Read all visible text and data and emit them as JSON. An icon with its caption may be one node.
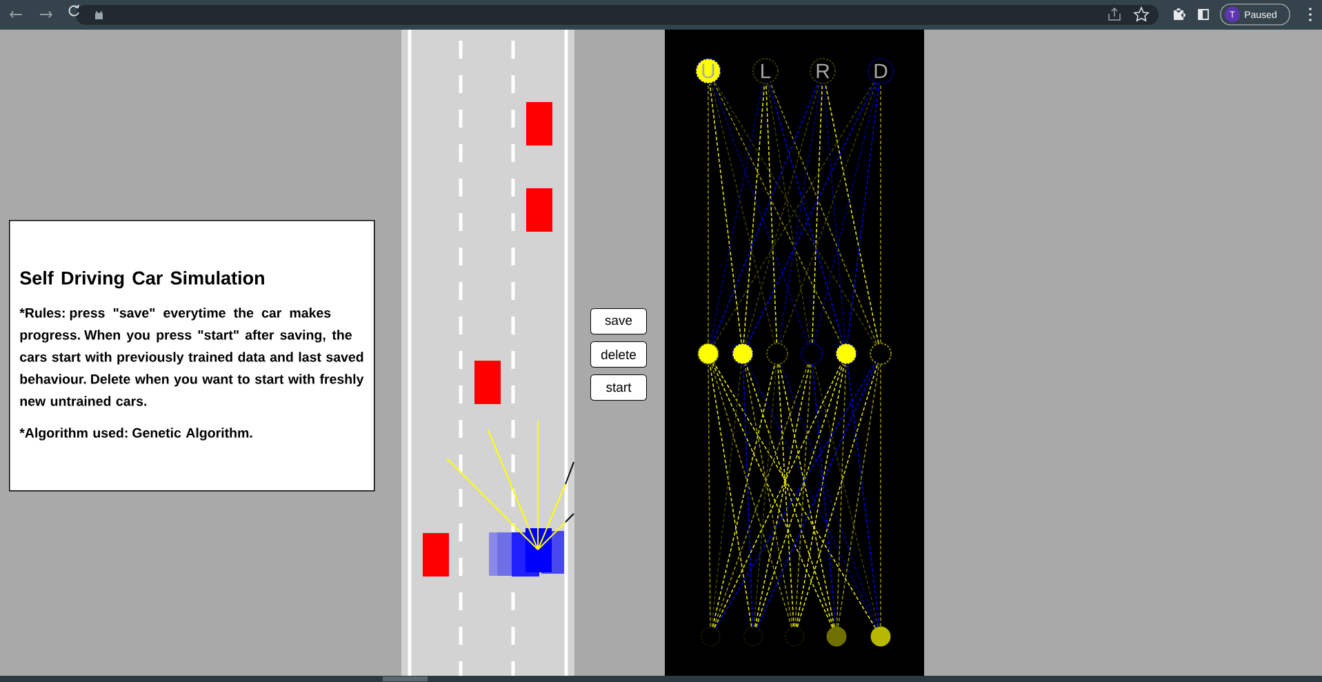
{
  "diagram": {
    "nodes": [
      {
        "text": [
          "Self Driving Car Simulation",
          "*Rules: press \"save\" everytime the car makes progress. When you press \"start\" after saving, the cars start with previously trained data and last saved behaviour. Delete when you want to start with freshly new untrained cars.",
          "*Algorithm used: Genetic Algorithm."
        ]
      },
      {
        "text": [
          "save"
        ]
      },
      {
        "text": [
          "delete"
        ]
      },
      {
        "text": [
          "start"
        ]
      },
      {
        "text": [
          "U"
        ]
      },
      {
        "text": [
          "L"
        ]
      },
      {
        "text": [
          "R"
        ]
      },
      {
        "text": [
          "D"
        ]
      },
      {
        "text": [],
        "shape": "circle"
      },
      {
        "text": [],
        "shape": "circle"
      },
      {
        "text": [],
        "shape": "circle"
      },
      {
        "text": [],
        "shape": "circle"
      },
      {
        "text": [],
        "shape": "circle"
      },
      {
        "text": [],
        "shape": "circle"
      },
      {
        "text": [],
        "shape": "circle"
      },
      {
        "text": [],
        "shape": "circle"
      },
      {
        "text": [],
        "shape": "circle"
      },
      {
        "text": [],
        "shape": "circle"
      },
      {
        "text": [],
        "shape": "circle"
      }
    ],
    "edges": [
      {
        "from": 14,
        "to": 8,
        "arrow": "none",
        "style": "dashed",
        "color": "#8c8c00"
      },
      {
        "from": 15,
        "to": 8,
        "arrow": "none",
        "style": "dashed"
      },
      {
        "from": 16,
        "to": 8,
        "arrow": "none",
        "style": "dashed",
        "color": "#8c8c00"
      },
      {
        "from": 17,
        "to": 8,
        "arrow": "none",
        "style": "dashed"
      },
      {
        "from": 18,
        "to": 8,
        "arrow": "none",
        "style": "dashed"
      },
      {
        "from": 14,
        "to": 9,
        "arrow": "none",
        "style": "dashed",
        "color": "#3d3d00"
      },
      {
        "from": 15,
        "to": 9,
        "arrow": "none",
        "style": "dashed",
        "color": "#0000e6"
      },
      {
        "from": 16,
        "to": 9,
        "arrow": "none",
        "style": "dashed",
        "color": "#8c8c00"
      },
      {
        "from": 17,
        "to": 9,
        "arrow": "none",
        "style": "dashed"
      },
      {
        "from": 18,
        "to": 9,
        "arrow": "none",
        "style": "dashed",
        "color": "#00008c"
      },
      {
        "from": 14,
        "to": 10,
        "arrow": "none",
        "style": "dashed"
      },
      {
        "from": 15,
        "to": 10,
        "arrow": "none",
        "style": "dashed",
        "color": "#3d3d00"
      },
      {
        "from": 16,
        "to": 10,
        "arrow": "none",
        "style": "dashed"
      },
      {
        "from": 17,
        "to": 10,
        "arrow": "none",
        "style": "dashed"
      },
      {
        "from": 18,
        "to": 10,
        "arrow": "none",
        "style": "dashed",
        "color": "#00008c"
      },
      {
        "from": 14,
        "to": 11,
        "arrow": "none",
        "style": "dashed",
        "color": "#8c8c00"
      },
      {
        "from": 15,
        "to": 11,
        "arrow": "none",
        "style": "dashed"
      },
      {
        "from": 16,
        "to": 11,
        "arrow": "none",
        "style": "dashed",
        "color": "#8c8c00"
      },
      {
        "from": 17,
        "to": 11,
        "arrow": "none",
        "style": "dashed",
        "color": "#0000e6"
      },
      {
        "from": 18,
        "to": 11,
        "arrow": "none",
        "style": "dashed",
        "color": "#3d3d00"
      },
      {
        "from": 14,
        "to": 12,
        "arrow": "none",
        "style": "dashed"
      },
      {
        "from": 15,
        "to": 12,
        "arrow": "none",
        "style": "dashed"
      },
      {
        "from": 16,
        "to": 12,
        "arrow": "none",
        "style": "dashed"
      },
      {
        "from": 17,
        "to": 12,
        "arrow": "none",
        "style": "dashed",
        "color": "#8c8c00"
      },
      {
        "from": 18,
        "to": 12,
        "arrow": "none",
        "style": "dashed",
        "color": "#0000e6"
      },
      {
        "from": 14,
        "to": 13,
        "arrow": "none",
        "style": "dashed",
        "color": "#0000e6"
      },
      {
        "from": 15,
        "to": 13,
        "arrow": "none",
        "style": "dashed",
        "color": "#0000e6"
      },
      {
        "from": 16,
        "to": 13,
        "arrow": "none",
        "style": "dashed"
      },
      {
        "from": 17,
        "to": 13,
        "arrow": "none",
        "style": "dashed",
        "color": "#8c8c00"
      },
      {
        "from": 18,
        "to": 13,
        "arrow": "none",
        "style": "dashed",
        "color": "#8c8c00"
      },
      {
        "from": 8,
        "to": 4,
        "arrow": "none",
        "style": "dashed",
        "color": "#8c8c00"
      },
      {
        "from": 9,
        "to": 4,
        "arrow": "none",
        "style": "dashed"
      },
      {
        "from": 10,
        "to": 4,
        "arrow": "none",
        "style": "dashed",
        "color": "#3d3d00"
      },
      {
        "from": 11,
        "to": 4,
        "arrow": "none",
        "style": "dashed",
        "color": "#00008c"
      },
      {
        "from": 12,
        "to": 4,
        "arrow": "none",
        "style": "dashed",
        "color": "#8c8c00"
      },
      {
        "from": 13,
        "to": 4,
        "arrow": "none",
        "style": "dashed",
        "color": "#3d3d00"
      },
      {
        "from": 8,
        "to": 5,
        "arrow": "none",
        "style": "dashed",
        "color": "#00008c"
      },
      {
        "from": 9,
        "to": 5,
        "arrow": "none",
        "style": "dashed"
      },
      {
        "from": 10,
        "to": 5,
        "arrow": "none",
        "style": "dashed"
      },
      {
        "from": 11,
        "to": 5,
        "arrow": "none",
        "style": "dashed",
        "color": "#3d3d00"
      },
      {
        "from": 12,
        "to": 5,
        "arrow": "none",
        "style": "dashed",
        "color": "#0000e6"
      },
      {
        "from": 13,
        "to": 5,
        "arrow": "none",
        "style": "dashed",
        "color": "#8c8c00"
      },
      {
        "from": 8,
        "to": 6,
        "arrow": "none",
        "style": "dashed",
        "color": "#0000e6"
      },
      {
        "from": 9,
        "to": 6,
        "arrow": "none",
        "style": "dashed",
        "color": "#3d3d00"
      },
      {
        "from": 10,
        "to": 6,
        "arrow": "none",
        "style": "dashed",
        "color": "#00008c"
      },
      {
        "from": 11,
        "to": 6,
        "arrow": "none",
        "style": "dashed"
      },
      {
        "from": 12,
        "to": 6,
        "arrow": "none",
        "style": "dashed",
        "color": "#00008c"
      },
      {
        "from": 13,
        "to": 6,
        "arrow": "none",
        "style": "dashed"
      },
      {
        "from": 8,
        "to": 7,
        "arrow": "none",
        "style": "dashed",
        "color": "#3d3d00"
      },
      {
        "from": 9,
        "to": 7,
        "arrow": "none",
        "style": "dashed",
        "color": "#0000e6"
      },
      {
        "from": 10,
        "to": 7,
        "arrow": "none",
        "style": "dashed",
        "color": "#3d3d00"
      },
      {
        "from": 11,
        "to": 7,
        "arrow": "none",
        "style": "dashed",
        "color": "#00008c"
      },
      {
        "from": 12,
        "to": 7,
        "arrow": "none",
        "style": "dashed",
        "color": "#0000e6"
      },
      {
        "from": 13,
        "to": 7,
        "arrow": "none",
        "style": "dashed",
        "color": "#8c8c00"
      }
    ],
    "labels": [
      "T",
      "Paused"
    ]
  }
}
